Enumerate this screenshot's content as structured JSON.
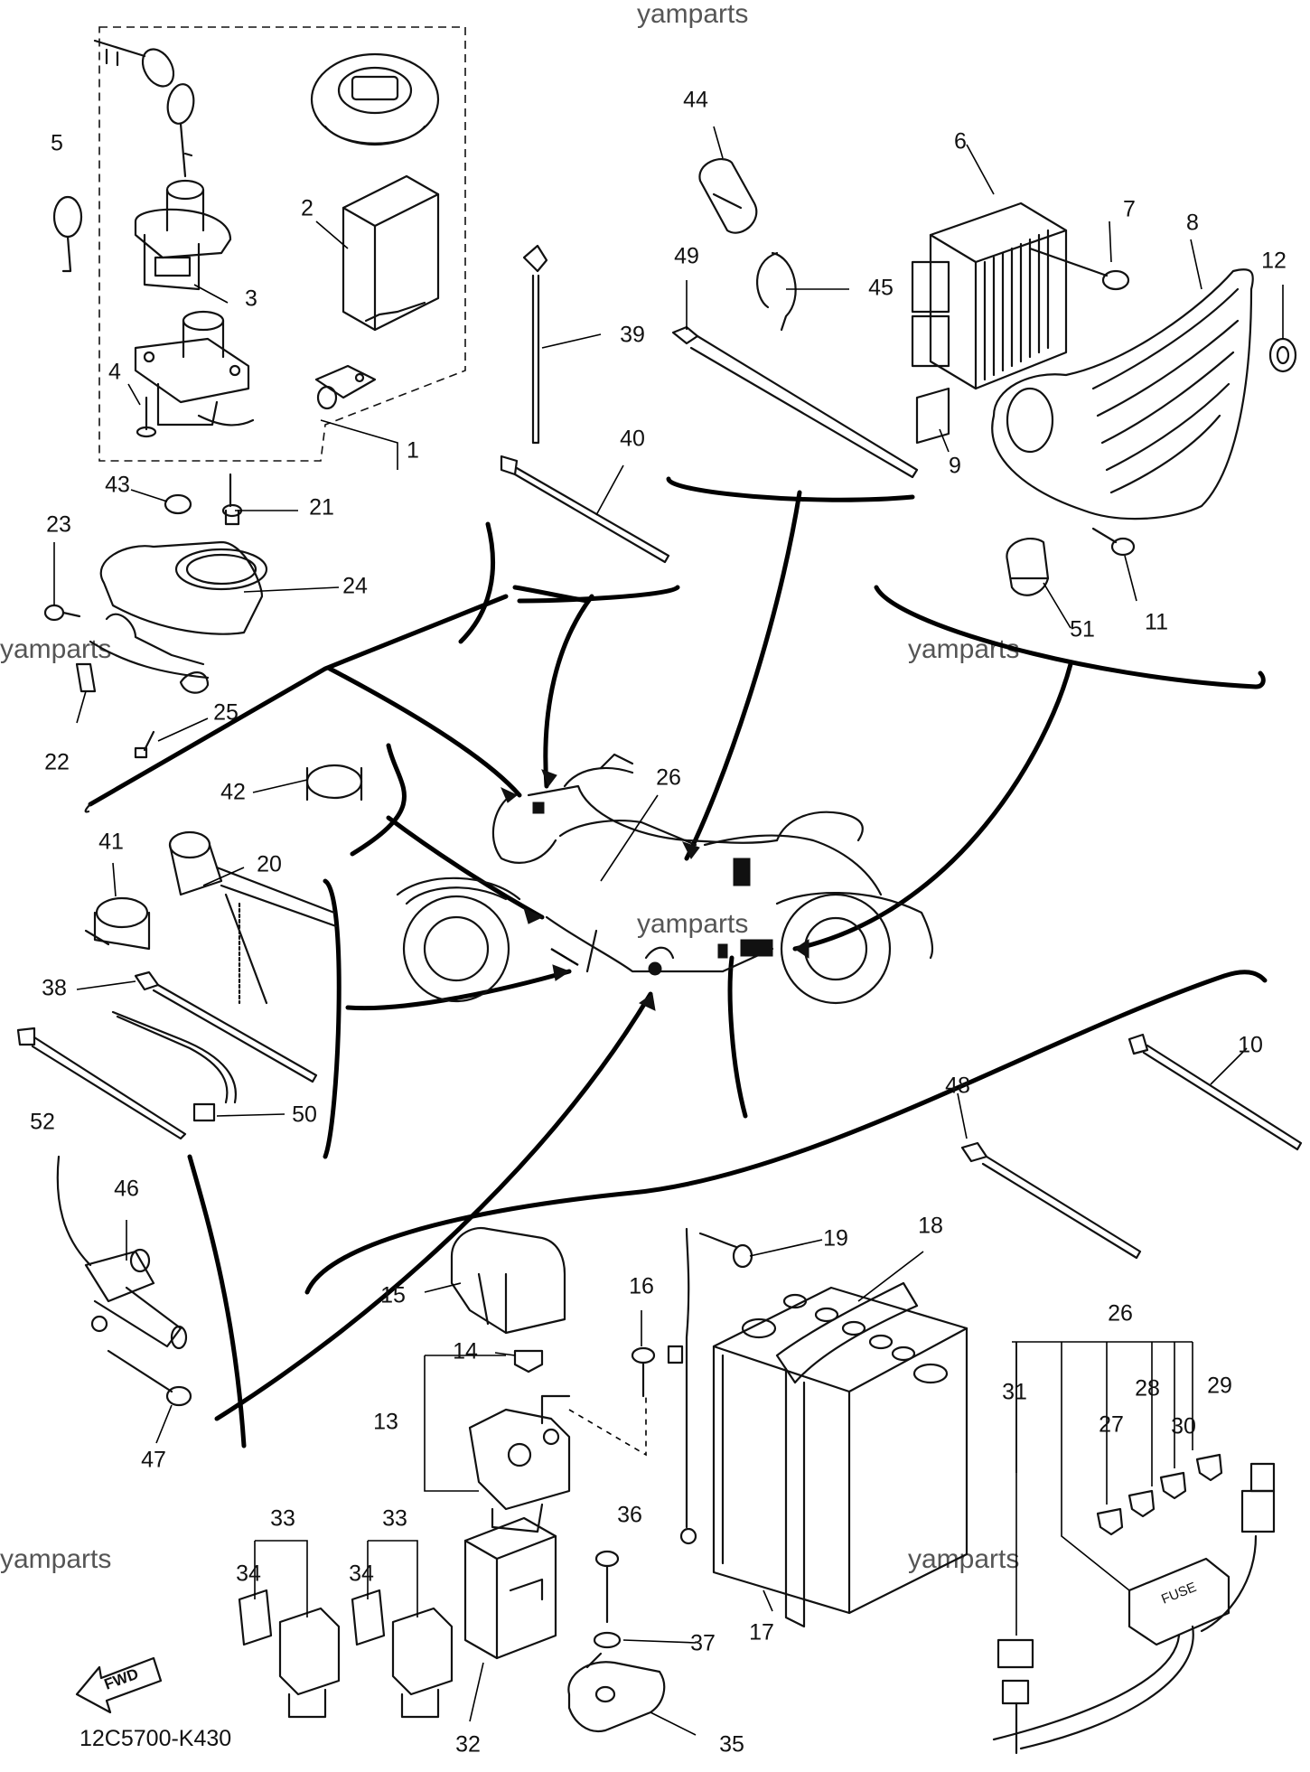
{
  "watermark": "yamparts",
  "diagram_code": "12C5700-K430",
  "fwd_label": "FWD",
  "fuse_label": "FUSE",
  "callouts": {
    "c1": "1",
    "c2": "2",
    "c3": "3",
    "c4": "4",
    "c5": "5",
    "c6": "6",
    "c7": "7",
    "c8": "8",
    "c9": "9",
    "c10": "10",
    "c11": "11",
    "c12": "12",
    "c13": "13",
    "c14": "14",
    "c15": "15",
    "c16": "16",
    "c17": "17",
    "c18": "18",
    "c19": "19",
    "c20": "20",
    "c21": "21",
    "c22": "22",
    "c23": "23",
    "c24": "24",
    "c25": "25",
    "c26a": "26",
    "c26b": "26",
    "c27": "27",
    "c28": "28",
    "c29": "29",
    "c30": "30",
    "c31": "31",
    "c32": "32",
    "c33a": "33",
    "c33b": "33",
    "c34a": "34",
    "c34b": "34",
    "c35": "35",
    "c36": "36",
    "c37": "37",
    "c38": "38",
    "c39": "39",
    "c40": "40",
    "c41": "41",
    "c42": "42",
    "c43": "43",
    "c44": "44",
    "c45": "45",
    "c46": "46",
    "c47": "47",
    "c48": "48",
    "c49": "49",
    "c50": "50",
    "c51": "51",
    "c52": "52"
  }
}
